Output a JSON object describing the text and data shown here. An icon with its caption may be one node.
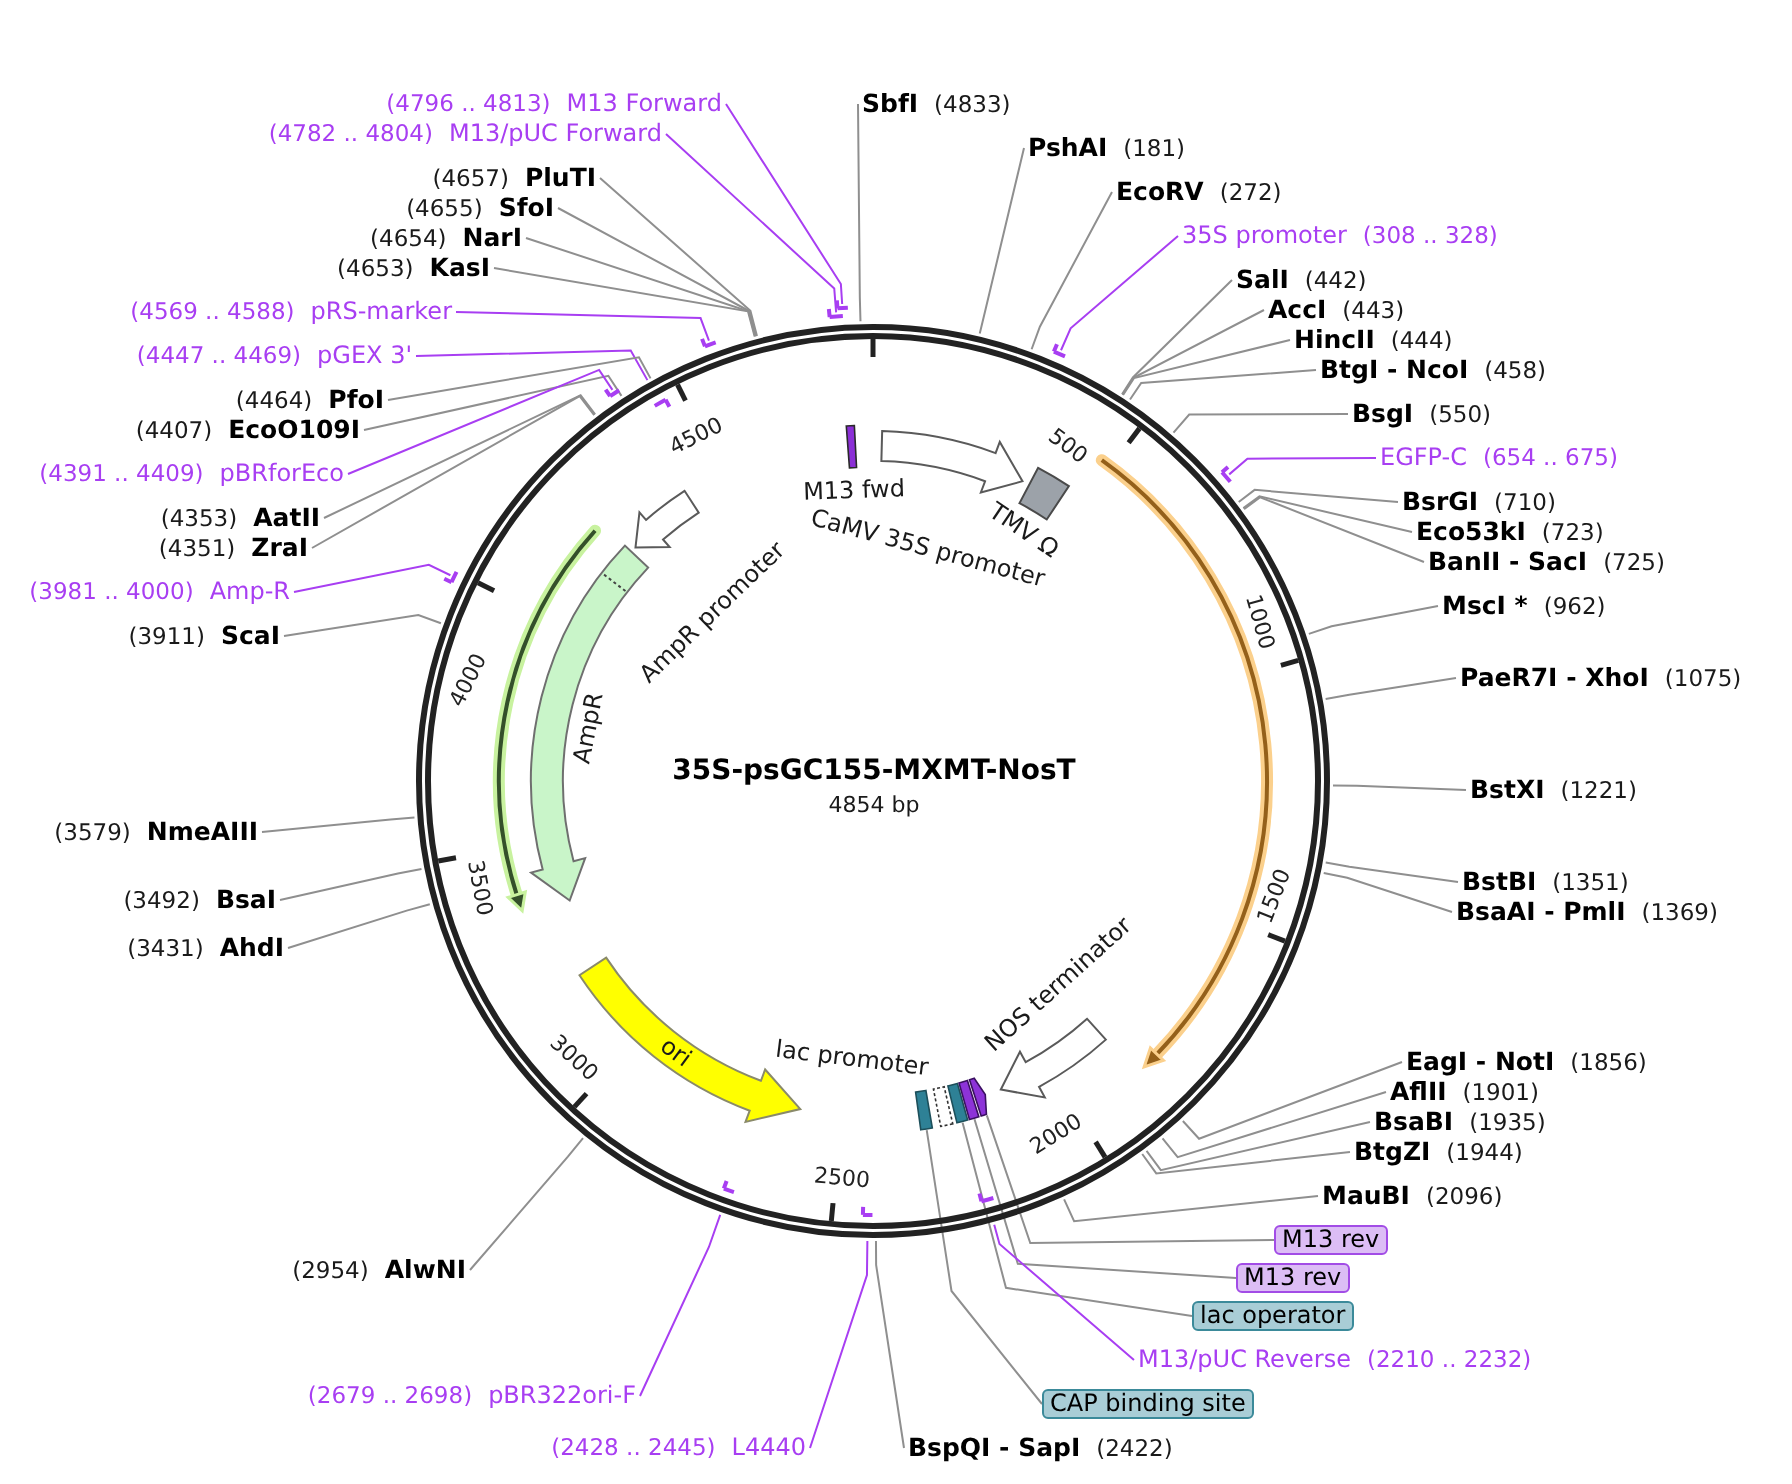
{
  "diagram": {
    "title": "35S-psGC155-MXMT-NosT",
    "nodes": [
      {
        "text": [
          "(4796 .. 4813)",
          "M13 Forward"
        ]
      },
      {
        "text": [
          "SbfI",
          "(4833)"
        ]
      },
      {
        "text": [
          "(4782 .. 4804)",
          "M13/pUC Forward"
        ]
      },
      {
        "text": [
          "PshAI",
          "(181)"
        ]
      },
      {
        "text": [
          "(4657)",
          "PluTI"
        ]
      },
      {
        "text": [
          "EcoRV",
          "(272)"
        ]
      },
      {
        "text": [
          "(4655)",
          "SfoI"
        ]
      },
      {
        "text": [
          "(4654)",
          "NarI"
        ]
      },
      {
        "text": [
          "35S promoter",
          "(308 .. 328)"
        ]
      },
      {
        "text": [
          "(4653)",
          "KasI"
        ]
      },
      {
        "text": [
          "SalI",
          "(442)"
        ]
      },
      {
        "text": [
          "(4569 .. 4588)",
          "pRS-marker"
        ]
      },
      {
        "text": [
          "AccI",
          "(443)"
        ]
      },
      {
        "text": [
          "HincII",
          "(444)"
        ]
      },
      {
        "text": [
          "(4447 .. 4469)",
          "pGEX 3'"
        ]
      },
      {
        "text": [
          "BtgI - NcoI",
          "(458)"
        ]
      },
      {
        "text": [
          "(4464)",
          "PfoI"
        ]
      },
      {
        "text": [
          "BsgI",
          "(550)"
        ]
      },
      {
        "text": [
          "(4407)",
          "EcoO109I"
        ]
      },
      {
        "text": [
          "EGFP-C",
          "(654 .. 675)"
        ]
      },
      {
        "text": [
          "(4391 .. 4409)",
          "pBRforEco"
        ]
      },
      {
        "text": [
          "BsrGI",
          "(710)"
        ]
      },
      {
        "text": [
          "(4353)",
          "AatII"
        ]
      },
      {
        "text": [
          "Eco53kI",
          "(723)"
        ]
      },
      {
        "text": [
          "(4351)",
          "ZraI"
        ]
      },
      {
        "text": [
          "BanII - SacI",
          "(725)"
        ]
      },
      {
        "text": [
          "(3981 .. 4000)",
          "Amp-R"
        ]
      },
      {
        "text": [
          "MscI *",
          "(962)"
        ]
      },
      {
        "text": [
          "(3911)",
          "ScaI"
        ]
      },
      {
        "text": [
          "PaeR7I - XhoI",
          "(1075)"
        ]
      },
      {
        "text": [
          "BstXI",
          "(1221)"
        ]
      },
      {
        "text": [
          "(3579)",
          "NmeAIII"
        ]
      },
      {
        "text": [
          "BstBI",
          "(1351)"
        ]
      },
      {
        "text": [
          "(3492)",
          "BsaI"
        ]
      },
      {
        "text": [
          "BsaAI - PmlI",
          "(1369)"
        ]
      },
      {
        "text": [
          "(3431)",
          "AhdI"
        ]
      },
      {
        "text": [
          "EagI - NotI",
          "(1856)"
        ]
      },
      {
        "text": [
          "AflII",
          "(1901)"
        ]
      },
      {
        "text": [
          "BsaBI",
          "(1935)"
        ]
      },
      {
        "text": [
          "BtgZI",
          "(1944)"
        ]
      },
      {
        "text": [
          "MauBI",
          "(2096)"
        ]
      },
      {
        "text": [
          "M13 rev"
        ]
      },
      {
        "text": [
          "(2954)",
          "AlwNI"
        ]
      },
      {
        "text": [
          "M13 rev"
        ]
      },
      {
        "text": [
          "lac operator"
        ]
      },
      {
        "text": [
          "M13/pUC Reverse",
          "(2210 .. 2232)"
        ]
      },
      {
        "text": [
          "(2679 .. 2698)",
          "pBR322ori-F"
        ]
      },
      {
        "text": [
          "CAP binding site"
        ]
      },
      {
        "text": [
          "(2428 .. 2445)",
          "L4440"
        ]
      },
      {
        "text": [
          "BspQI - SapI",
          "(2422)"
        ]
      },
      {
        "text": [],
        "shape": "box"
      },
      {
        "text": [],
        "shape": "box"
      },
      {
        "text": [],
        "shape": "box"
      },
      {
        "text": [],
        "shape": "arrow"
      }
    ],
    "edges": [
      {
        "from": 0,
        "to": null,
        "arrow": "none",
        "color": "#a83ef2"
      },
      {
        "from": 1,
        "to": null,
        "arrow": "none"
      },
      {
        "from": 2,
        "to": null,
        "arrow": "none",
        "color": "#a83ef2"
      },
      {
        "from": 3,
        "to": null,
        "arrow": "none"
      },
      {
        "from": 4,
        "to": null,
        "arrow": "none"
      },
      {
        "from": 5,
        "to": null,
        "arrow": "none"
      },
      {
        "from": 6,
        "to": null,
        "arrow": "none"
      },
      {
        "from": 7,
        "to": null,
        "arrow": "none"
      },
      {
        "from": 8,
        "to": null,
        "arrow": "none",
        "color": "#a83ef2"
      },
      {
        "from": 9,
        "to": null,
        "arrow": "none"
      },
      {
        "from": 10,
        "to": null,
        "arrow": "none"
      },
      {
        "from": 11,
        "to": null,
        "arrow": "none",
        "color": "#a83ef2"
      },
      {
        "from": 12,
        "to": null,
        "arrow": "none"
      },
      {
        "from": 13,
        "to": null,
        "arrow": "none"
      },
      {
        "from": 14,
        "to": null,
        "arrow": "none",
        "color": "#a83ef2"
      },
      {
        "from": 15,
        "to": null,
        "arrow": "none"
      },
      {
        "from": 16,
        "to": null,
        "arrow": "none"
      },
      {
        "from": 17,
        "to": null,
        "arrow": "none"
      },
      {
        "from": 18,
        "to": null,
        "arrow": "none"
      },
      {
        "from": 19,
        "to": null,
        "arrow": "none",
        "color": "#a83ef2"
      },
      {
        "from": 20,
        "to": null,
        "arrow": "none",
        "color": "#a83ef2"
      },
      {
        "from": 21,
        "to": null,
        "arrow": "none"
      },
      {
        "from": 22,
        "to": null,
        "arrow": "none"
      },
      {
        "from": 23,
        "to": null,
        "arrow": "none"
      },
      {
        "from": 24,
        "to": null,
        "arrow": "none"
      },
      {
        "from": 25,
        "to": null,
        "arrow": "none"
      },
      {
        "from": 26,
        "to": null,
        "arrow": "none",
        "color": "#a83ef2"
      },
      {
        "from": 27,
        "to": null,
        "arrow": "none"
      },
      {
        "from": 28,
        "to": null,
        "arrow": "none"
      },
      {
        "from": 29,
        "to": null,
        "arrow": "none"
      },
      {
        "from": 30,
        "to": null,
        "arrow": "none"
      },
      {
        "from": 31,
        "to": null,
        "arrow": "none"
      },
      {
        "from": 32,
        "to": null,
        "arrow": "none"
      },
      {
        "from": 33,
        "to": null,
        "arrow": "none"
      },
      {
        "from": 34,
        "to": null,
        "arrow": "none"
      },
      {
        "from": 35,
        "to": null,
        "arrow": "none"
      },
      {
        "from": 36,
        "to": null,
        "arrow": "none"
      },
      {
        "from": 37,
        "to": null,
        "arrow": "none"
      },
      {
        "from": 38,
        "to": null,
        "arrow": "none"
      },
      {
        "from": 39,
        "to": null,
        "arrow": "none"
      },
      {
        "from": 40,
        "to": null,
        "arrow": "none"
      },
      {
        "from": 41,
        "to": 53,
        "arrow": "none"
      },
      {
        "from": 42,
        "to": null,
        "arrow": "none"
      },
      {
        "from": 43,
        "to": 52,
        "arrow": "none"
      },
      {
        "from": 44,
        "to": 51,
        "arrow": "none"
      },
      {
        "from": 45,
        "to": null,
        "arrow": "none",
        "color": "#a83ef2"
      },
      {
        "from": 46,
        "to": null,
        "arrow": "none",
        "color": "#a83ef2"
      },
      {
        "from": 47,
        "to": 50,
        "arrow": "none"
      },
      {
        "from": 48,
        "to": null,
        "arrow": "none",
        "color": "#a83ef2"
      },
      {
        "from": 49,
        "to": null,
        "arrow": "none"
      }
    ],
    "labels": [
      "500",
      "1000",
      "1500",
      "2000",
      "2500",
      "3000",
      "3500",
      "4000",
      "4500",
      "M13 fwd",
      "CaMV 35S promoter",
      "TMV Ω",
      "AmpR promoter",
      "AmpR",
      "NOS terminator",
      "ori",
      "lac promoter",
      "4854 bp"
    ]
  }
}
